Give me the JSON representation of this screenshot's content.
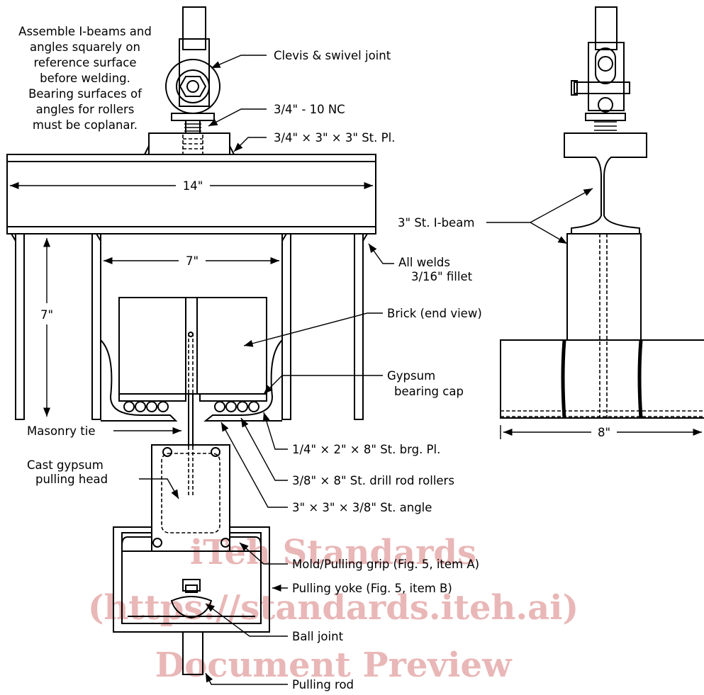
{
  "notes": {
    "assembly_lines": [
      "Assemble I-beams and",
      "angles squarely on",
      "reference surface",
      "before welding.",
      "Bearing surfaces of",
      "angles for rollers",
      "must be coplanar."
    ]
  },
  "callouts": {
    "clevis": "Clevis & swivel joint",
    "thread": "3/4\" - 10 NC",
    "plate": "3/4\" × 3\" × 3\" St. Pl.",
    "ibeam": "3\" St. I-beam",
    "welds_1": "All welds",
    "welds_2": "3/16\" fillet",
    "brick": "Brick (end view)",
    "gypsum_1": "Gypsum",
    "gypsum_2": "bearing cap",
    "tie": "Masonry tie",
    "brg_plate": "1/4\" × 2\" × 8\" St. brg. Pl.",
    "rollers": "3/8\" × 8\" St. drill rod rollers",
    "angle": "3\" × 3\" × 3/8\" St. angle",
    "pull_head_1": "Cast gypsum",
    "pull_head_2": "pulling head",
    "mold": "Mold/Pulling grip (Fig. 5, item A)",
    "yoke": "Pulling yoke (Fig. 5, item B)",
    "ball": "Ball joint",
    "rod": "Pulling rod"
  },
  "dimensions": {
    "width_14": "14\"",
    "width_7": "7\"",
    "height_7": "7\"",
    "width_8": "8\""
  },
  "watermark": [
    "iTeh Standards",
    "(https://standards.iteh.ai)",
    "Document Preview"
  ]
}
